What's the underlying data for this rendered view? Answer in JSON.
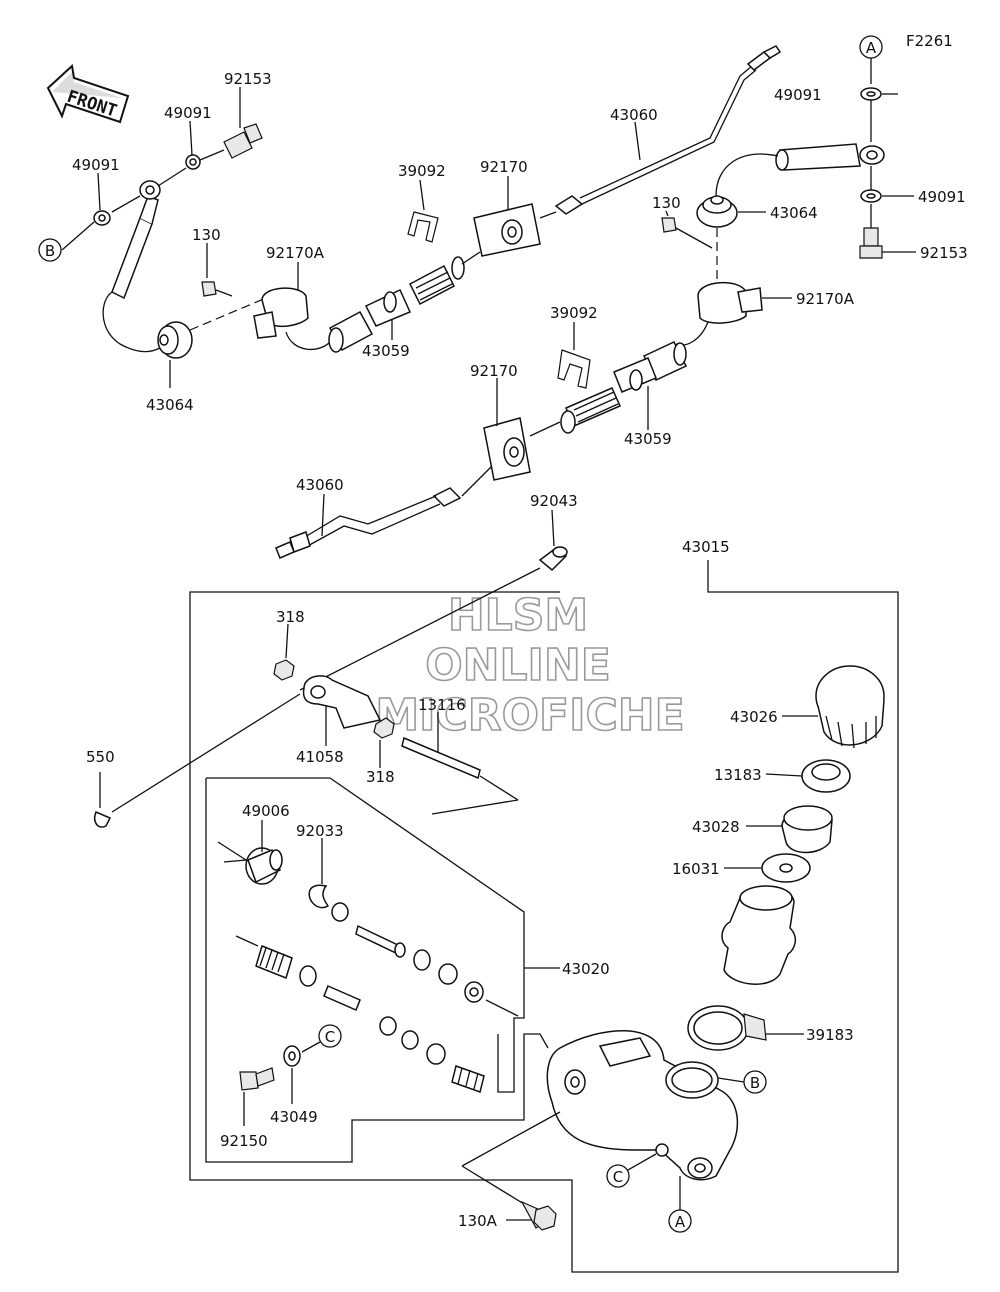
{
  "diagram": {
    "figure_code": "F2261",
    "front_label": "FRONT",
    "watermark": [
      "HLSM",
      "ONLINE",
      "MICROFICHE"
    ],
    "callouts": [
      "A",
      "B",
      "C"
    ],
    "parts": [
      "92153",
      "49091",
      "49091",
      "43064",
      "130",
      "92170A",
      "39092",
      "92170",
      "43059",
      "43060",
      "49091",
      "49091",
      "92153",
      "43064",
      "130",
      "92170A",
      "39092",
      "92170",
      "43059",
      "43060",
      "92043",
      "43015",
      "318",
      "41058",
      "318",
      "13116",
      "550",
      "49006",
      "92033",
      "43026",
      "13183",
      "43028",
      "16031",
      "43020",
      "39183",
      "92150",
      "43049",
      "130A"
    ]
  }
}
